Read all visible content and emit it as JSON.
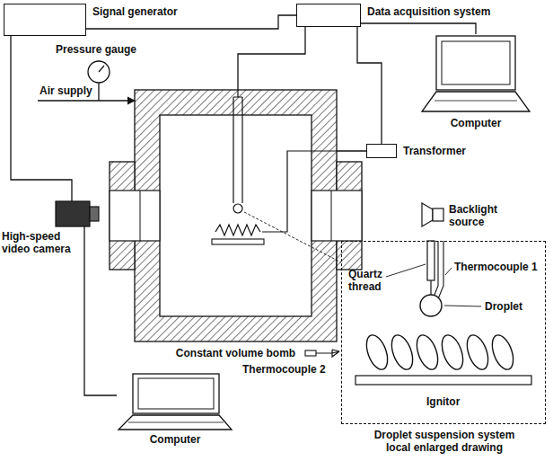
{
  "diagram": {
    "nodes": [
      {
        "text": [
          "Signal generator"
        ]
      },
      {
        "text": [
          "Data acquisition system"
        ]
      },
      {
        "text": [
          "Computer"
        ]
      },
      {
        "text": [
          "Transformer"
        ]
      },
      {
        "text": [
          "Constant volume bomb"
        ]
      },
      {
        "text": [
          "High-speed video camera"
        ]
      },
      {
        "text": [
          "Backlight source"
        ]
      },
      {
        "text": [
          "Droplet suspension system local enlarged drawing"
        ]
      },
      {
        "text": [
          "Computer"
        ]
      }
    ],
    "edges": [
      {
        "from": 0,
        "to": 1,
        "arrow": "none"
      },
      {
        "from": 0,
        "to": 5,
        "arrow": "none"
      },
      {
        "from": 1,
        "to": 2,
        "arrow": "none"
      },
      {
        "from": 1,
        "to": 3,
        "arrow": "none"
      },
      {
        "from": 1,
        "to": 4,
        "arrow": "none"
      },
      {
        "from": 3,
        "to": 4,
        "arrow": "none"
      },
      {
        "from": 5,
        "to": 8,
        "arrow": "none"
      }
    ],
    "labels": [
      "Pressure gauge",
      "Air supply",
      "Quartz thread",
      "Thermocouple 1",
      "Droplet",
      "Ignitor",
      "Thermocouple 2"
    ]
  }
}
